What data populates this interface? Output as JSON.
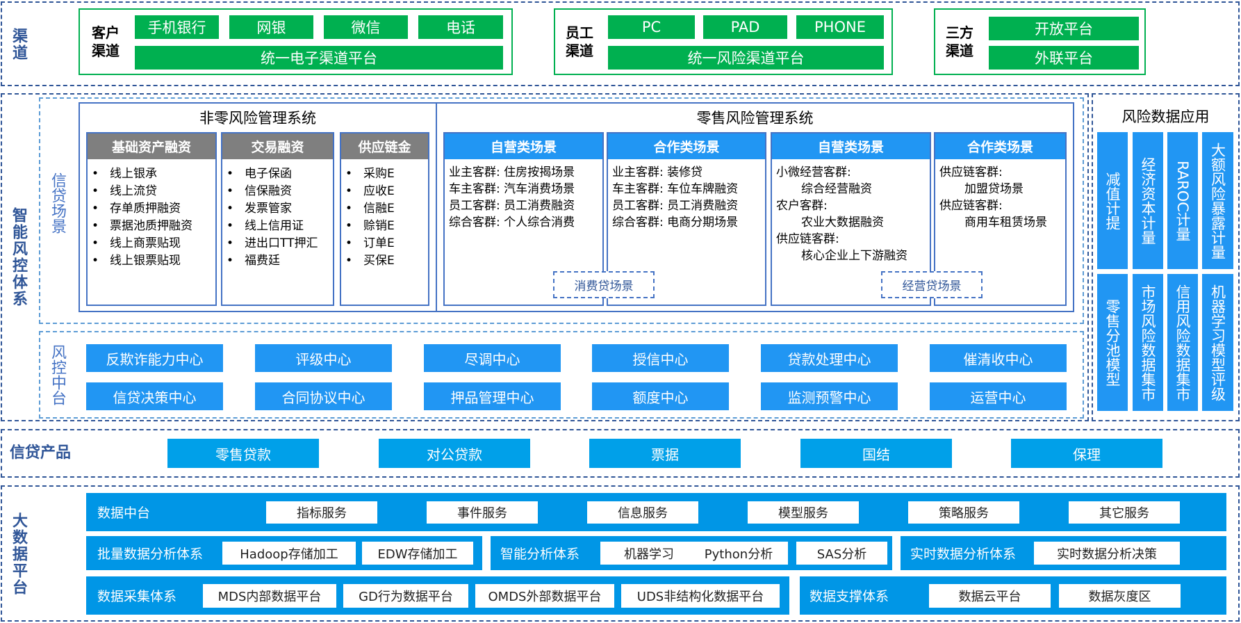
{
  "channel": {
    "section_label": "渠道",
    "customer": {
      "label": "客户\n渠道",
      "buttons": [
        "手机银行",
        "网银",
        "微信",
        "电话"
      ],
      "platform": "统一电子渠道平台"
    },
    "employee": {
      "label": "员工\n渠道",
      "buttons": [
        "PC",
        "PAD",
        "PHONE"
      ],
      "platform": "统一风险渠道平台"
    },
    "third": {
      "label": "三方\n渠道",
      "buttons": [
        "开放平台",
        "外联平台"
      ]
    }
  },
  "risk_system": {
    "section_label": "智能风控体系",
    "credit_scenes_label": "信贷场景",
    "non_retail": {
      "title": "非零风险管理系统",
      "cards": [
        {
          "head": "基础资产融资",
          "items": [
            "线上银承",
            "线上流贷",
            "存单质押融资",
            "票据池质押融资",
            "线上商票贴现",
            "线上银票贴现"
          ]
        },
        {
          "head": "交易融资",
          "items": [
            "电子保函",
            "信保融资",
            "发票管家",
            "线上信用证",
            "进出口TT押汇",
            "福费廷"
          ]
        },
        {
          "head": "供应链金",
          "items": [
            "采购E",
            "应收E",
            "信融E",
            "赊销E",
            "订单E",
            "买保E"
          ]
        }
      ]
    },
    "retail": {
      "title": "零售风险管理系统",
      "cards": [
        {
          "head": "自营类场景",
          "lines": [
            {
              "t": "业主客群:  住房按揭场景",
              "ind": false
            },
            {
              "t": "车主客群:  汽车消费场景",
              "ind": false
            },
            {
              "t": "员工客群:  员工消费融资",
              "ind": false
            },
            {
              "t": "综合客群:  个人综合消费",
              "ind": false
            }
          ]
        },
        {
          "head": "合作类场景",
          "lines": [
            {
              "t": "业主客群:  装修贷",
              "ind": false
            },
            {
              "t": "车主客群:  车位车牌融资",
              "ind": false
            },
            {
              "t": "员工客群:  员工消费融资",
              "ind": false
            },
            {
              "t": "综合客群:  电商分期场景",
              "ind": false
            }
          ]
        },
        {
          "head": "自营类场景",
          "lines": [
            {
              "t": "小微经营客群:",
              "ind": false
            },
            {
              "t": "综合经营融资",
              "ind": true
            },
            {
              "t": "农户客群:",
              "ind": false
            },
            {
              "t": "农业大数据融资",
              "ind": true
            },
            {
              "t": "供应链客群:",
              "ind": false
            },
            {
              "t": "核心企业上下游融资",
              "ind": true
            }
          ]
        },
        {
          "head": "合作类场景",
          "lines": [
            {
              "t": "供应链客群:",
              "ind": false
            },
            {
              "t": "加盟贷场景",
              "ind": true
            },
            {
              "t": "供应链客群:",
              "ind": false
            },
            {
              "t": "商用车租赁场景",
              "ind": true
            }
          ]
        }
      ],
      "tag_consumer": "消费贷场景",
      "tag_business": "经营贷场景"
    },
    "risk_center_label": "风控中台",
    "centers_row1": [
      "反欺诈能力中心",
      "评级中心",
      "尽调中心",
      "授信中心",
      "贷款处理中心",
      "催清收中心"
    ],
    "centers_row2": [
      "信贷决策中心",
      "合同协议中心",
      "押品管理中心",
      "额度中心",
      "监测预警中心",
      "运营中心"
    ],
    "data_app": {
      "title": "风险数据应用",
      "row1": [
        "减值计提",
        "经济资本计量",
        "RAROC计量",
        "大额风险暴露计量"
      ],
      "row2": [
        "零售分池模型",
        "市场风险数据集市",
        "信用风险数据集市",
        "机器学习模型评级"
      ]
    }
  },
  "products": {
    "label": "信贷产品",
    "items": [
      "零售贷款",
      "对公贷款",
      "票据",
      "国结",
      "保理"
    ]
  },
  "bigdata": {
    "label": "大数据平台",
    "data_center": {
      "label": "数据中台",
      "items": [
        "指标服务",
        "事件服务",
        "信息服务",
        "模型服务",
        "策略服务",
        "其它服务"
      ]
    },
    "batch": {
      "label": "批量数据分析体系",
      "items": [
        "Hadoop存储加工",
        "EDW存储加工"
      ]
    },
    "smart": {
      "label": "智能分析体系",
      "items": [
        "机器学习",
        "Python分析",
        "SAS分析"
      ]
    },
    "realtime": {
      "label": "实时数据分析体系",
      "items": [
        "实时数据分析决策"
      ]
    },
    "collect": {
      "label": "数据采集体系",
      "items": [
        "MDS内部数据平台",
        "GD行为数据平台",
        "OMDS外部数据平台",
        "UDS非结构化数据平台"
      ]
    },
    "support": {
      "label": "数据支撑体系",
      "items": [
        "数据云平台",
        "数据灰度区"
      ]
    }
  }
}
